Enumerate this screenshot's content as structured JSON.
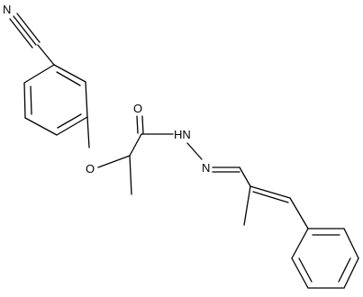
{
  "diagram": {
    "type": "chemical-structure",
    "atom_labels": {
      "nitrogen_nitrile": "N",
      "oxygen_ether": "O",
      "oxygen_carbonyl": "O",
      "nh": "HN",
      "nitrogen_imine": "N"
    }
  }
}
